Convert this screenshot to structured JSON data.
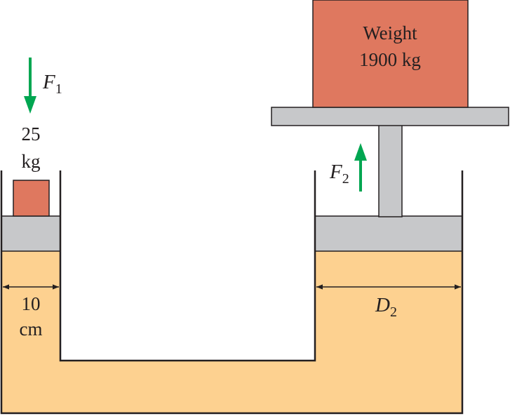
{
  "weight": {
    "line1": "Weight",
    "line2": "1900 kg"
  },
  "small_mass": {
    "line1": "25",
    "line2": "kg"
  },
  "force_1": {
    "symbol": "F",
    "subscript": "1"
  },
  "force_2": {
    "symbol": "F",
    "subscript": "2"
  },
  "small_diameter": {
    "line1": "10",
    "line2": "cm"
  },
  "large_diameter": {
    "symbol": "D",
    "subscript": "2"
  },
  "colors": {
    "fluid": "#fdd190",
    "weight_block": "#df785f",
    "piston": "#c7c8ca",
    "arrow": "#00a651",
    "outline": "#231f20"
  }
}
